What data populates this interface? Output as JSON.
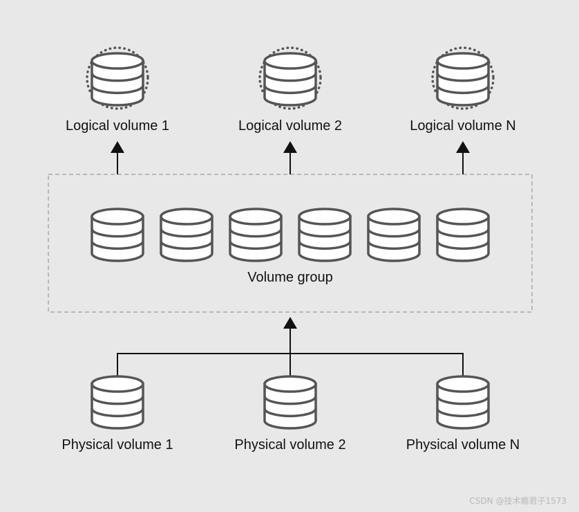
{
  "logical_volumes": [
    {
      "label": "Logical volume 1"
    },
    {
      "label": "Logical volume 2"
    },
    {
      "label": "Logical volume N"
    }
  ],
  "volume_group": {
    "label": "Volume group",
    "extent_count": 6
  },
  "physical_volumes": [
    {
      "label": "Physical volume 1"
    },
    {
      "label": "Physical volume 2"
    },
    {
      "label": "Physical volume N"
    }
  ],
  "watermark": "CSDN @技术瘾君子1573",
  "colors": {
    "background": "#e8e8e8",
    "disk_fill": "#ffffff",
    "disk_stroke": "#555555",
    "line": "#111111",
    "group_border": "#a8a8a8"
  }
}
